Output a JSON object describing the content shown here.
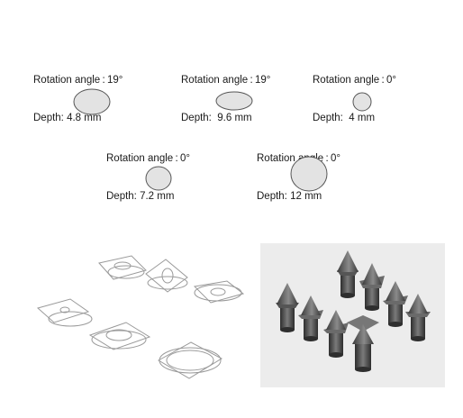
{
  "labels": [
    {
      "rotation": "Rotation angle : 19°",
      "depth": "Depth: 4.8 mm"
    },
    {
      "rotation": "Rotation angle : 19°",
      "depth": "Depth:  9.6 mm"
    },
    {
      "rotation": "Rotation angle : 0°",
      "depth": "Depth:  4 mm"
    },
    {
      "rotation": "Rotation angle : 0°",
      "depth": "Depth: 7.2 mm"
    },
    {
      "rotation": "Rotation angle : 0°",
      "depth": "Depth: 12 mm"
    }
  ],
  "colors": {
    "shape_fill": "#e3e3e3",
    "shape_stroke": "#555555",
    "wire": "#9a9a9a",
    "render_bg": "#ececec",
    "render_dark": "#3c3c3c",
    "render_mid": "#6e6e6e"
  }
}
